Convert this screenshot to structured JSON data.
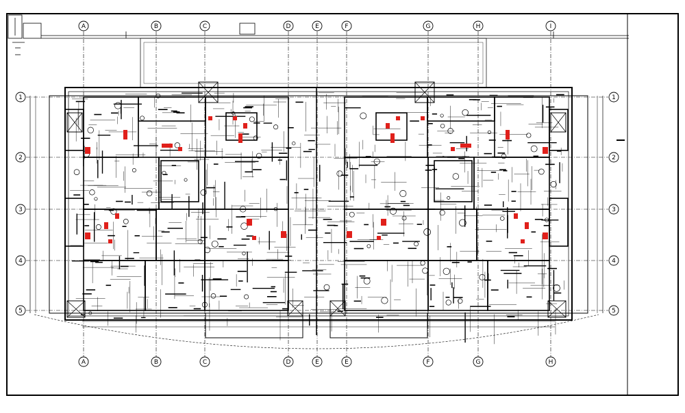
{
  "drawing": {
    "column_grid": [
      "A",
      "B",
      "C",
      "D",
      "E",
      "E",
      "F",
      "G",
      "H",
      "I"
    ],
    "row_grid": [
      "1",
      "2",
      "3",
      "4",
      "5"
    ],
    "colors": {
      "linework": "#000000",
      "fixture_highlight": "#e0201b",
      "paper": "#ffffff"
    }
  }
}
